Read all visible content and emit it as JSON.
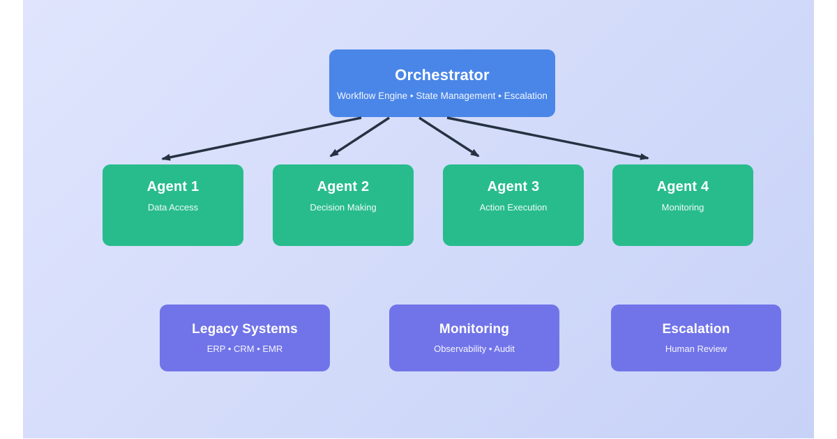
{
  "diagram": {
    "orchestrator": {
      "title": "Orchestrator",
      "subtitle": "Workflow Engine • State Management • Escalation"
    },
    "agents": [
      {
        "title": "Agent 1",
        "subtitle": "Data Access"
      },
      {
        "title": "Agent 2",
        "subtitle": "Decision Making"
      },
      {
        "title": "Agent 3",
        "subtitle": "Action Execution"
      },
      {
        "title": "Agent 4",
        "subtitle": "Monitoring"
      }
    ],
    "systems": [
      {
        "title": "Legacy Systems",
        "subtitle": "ERP • CRM • EMR"
      },
      {
        "title": "Monitoring",
        "subtitle": "Observability • Audit"
      },
      {
        "title": "Escalation",
        "subtitle": "Human Review"
      }
    ]
  },
  "colors": {
    "orchestrator_fill": "#4a86e8",
    "agent_fill": "#28bc8c",
    "system_fill": "#7174e8",
    "arrow": "#263242",
    "bg_start": "#e0e5fd",
    "bg_end": "#c7d2f7",
    "text": "#ffffff"
  }
}
